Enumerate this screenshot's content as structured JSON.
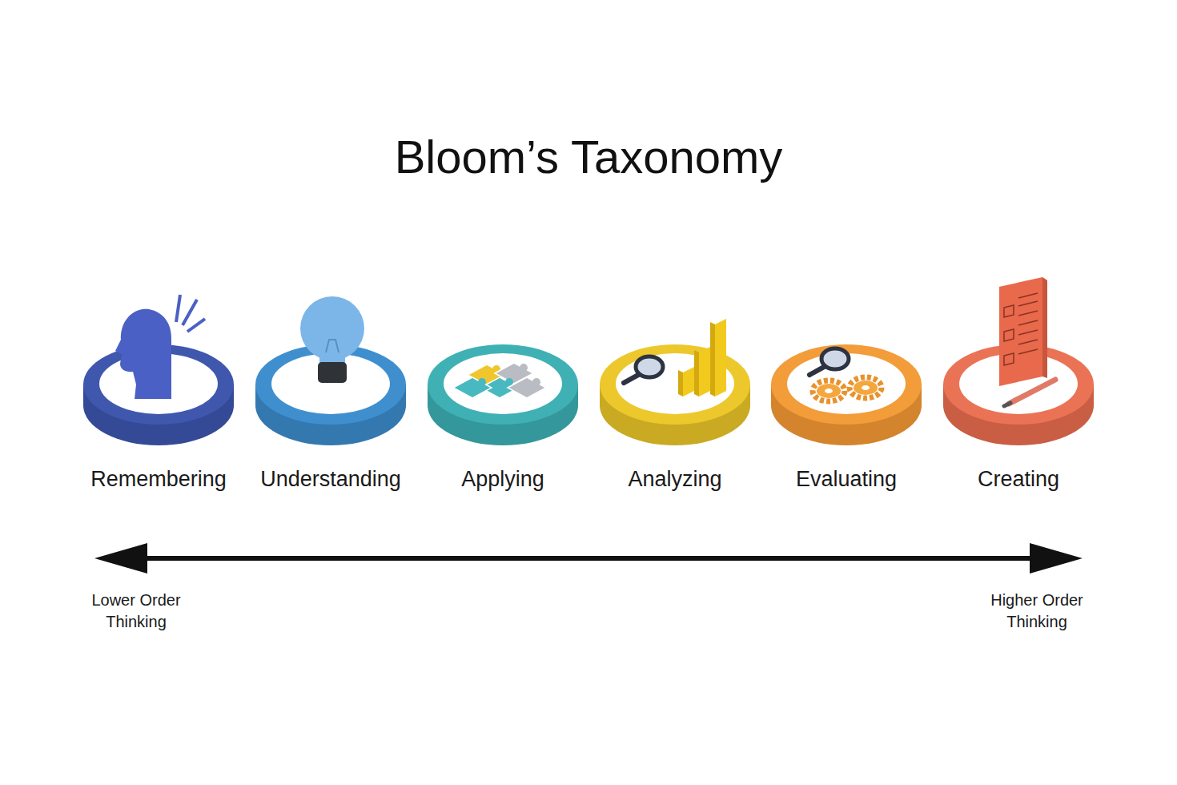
{
  "diagram": {
    "title": "Bloom’s Taxonomy",
    "nodes": [
      {
        "text": [
          "Remembering"
        ]
      },
      {
        "text": [
          "Understanding"
        ]
      },
      {
        "text": [
          "Applying"
        ]
      },
      {
        "text": [
          "Analyzing"
        ]
      },
      {
        "text": [
          "Evaluating"
        ]
      },
      {
        "text": [
          "Creating"
        ]
      }
    ],
    "labels": [
      "Lower Order Thinking",
      "Higher Order Thinking"
    ]
  }
}
